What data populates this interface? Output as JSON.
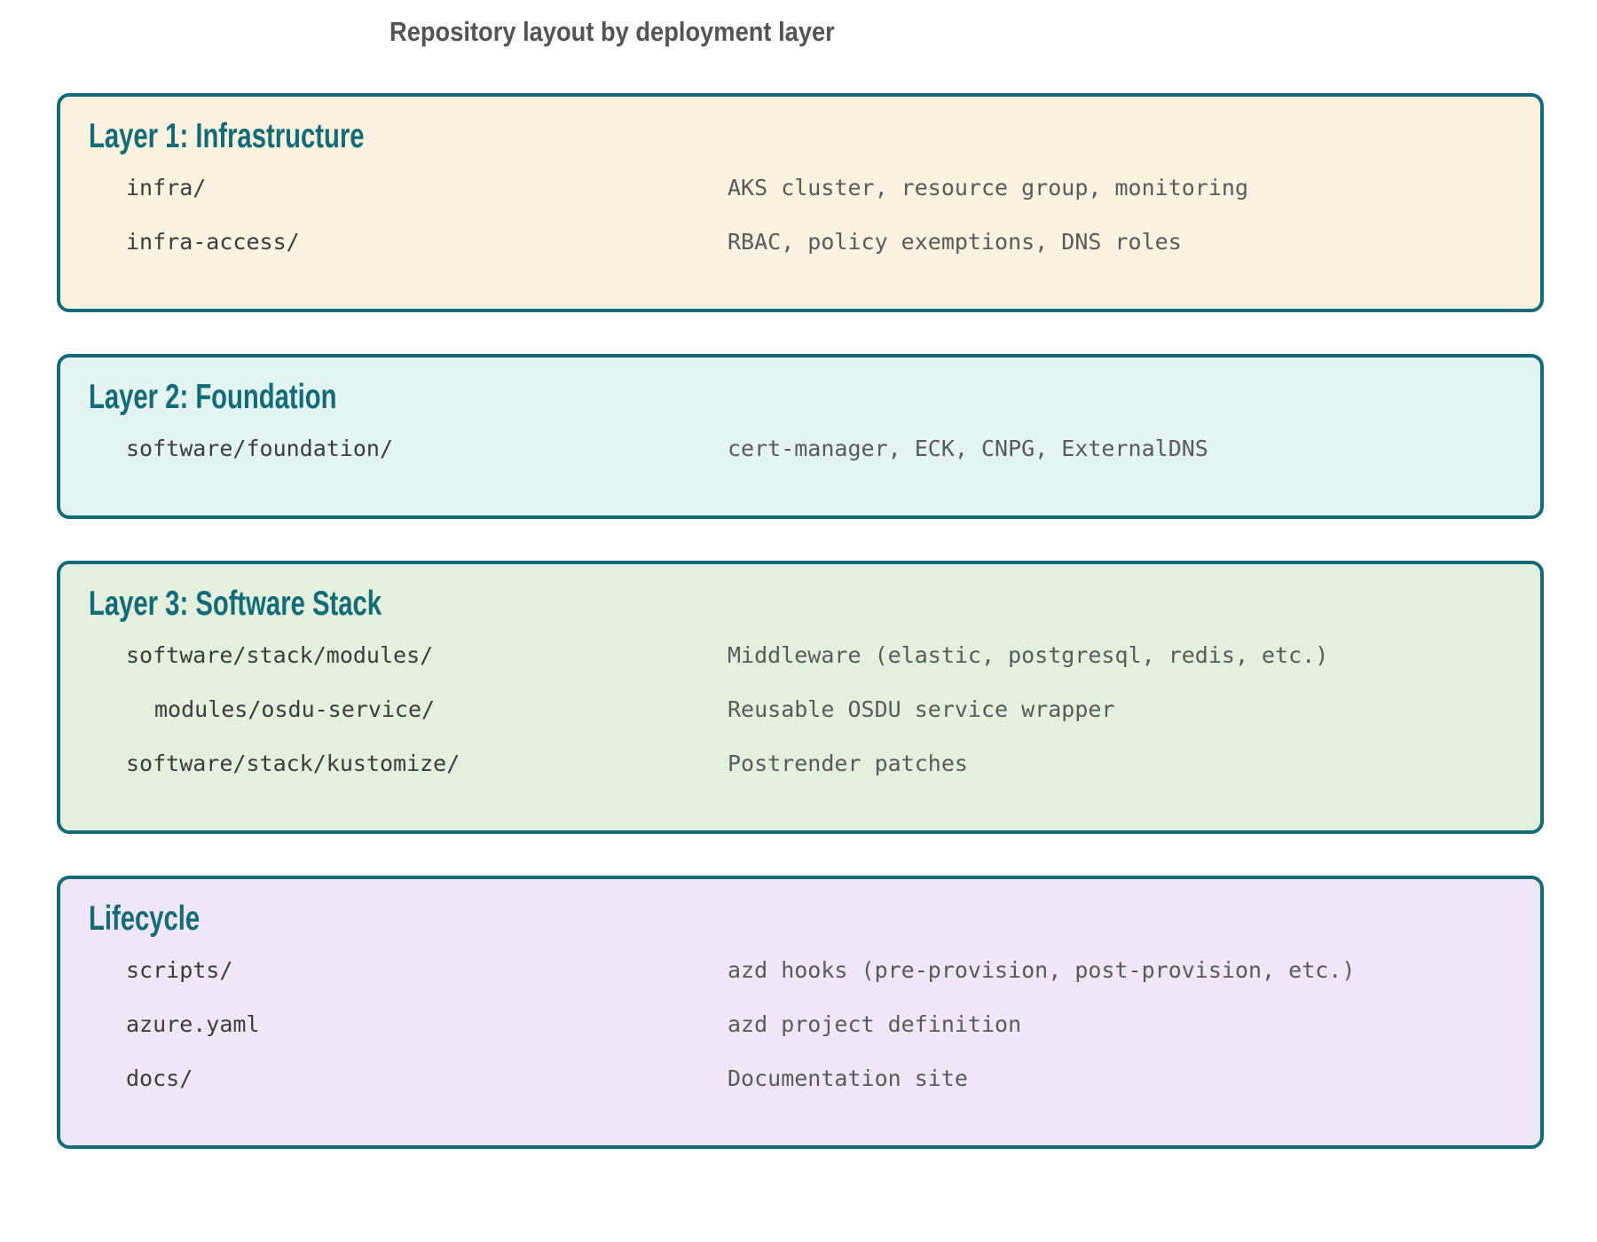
{
  "title": "Repository layout by deployment layer",
  "colors": {
    "accent_teal": "#126b76",
    "title_gray": "#545454",
    "path_text": "#3c3c3c",
    "desc_text": "#5a5a5a",
    "canvas_bg": "#ffffff"
  },
  "layers": [
    {
      "title": "Layer 1: Infrastructure",
      "bg": "#fbf2e0",
      "rows": [
        {
          "path": "infra/",
          "desc": "AKS cluster, resource group, monitoring",
          "nested": false
        },
        {
          "path": "infra-access/",
          "desc": "RBAC, policy exemptions, DNS roles",
          "nested": false
        }
      ]
    },
    {
      "title": "Layer 2: Foundation",
      "bg": "#e2f5f2",
      "rows": [
        {
          "path": "software/foundation/",
          "desc": "cert-manager, ECK, CNPG, ExternalDNS",
          "nested": false
        }
      ]
    },
    {
      "title": "Layer 3: Software Stack",
      "bg": "#e3f0de",
      "rows": [
        {
          "path": "software/stack/modules/",
          "desc": "Middleware (elastic, postgresql, redis, etc.)",
          "nested": false
        },
        {
          "path": "modules/osdu-service/",
          "desc": "Reusable OSDU service wrapper",
          "nested": true
        },
        {
          "path": "software/stack/kustomize/",
          "desc": "Postrender patches",
          "nested": false
        }
      ]
    },
    {
      "title": "Lifecycle",
      "bg": "#efe7f8",
      "rows": [
        {
          "path": "scripts/",
          "desc": "azd hooks (pre-provision, post-provision, etc.)",
          "nested": false
        },
        {
          "path": "azure.yaml",
          "desc": "azd project definition",
          "nested": false
        },
        {
          "path": "docs/",
          "desc": "Documentation site",
          "nested": false
        }
      ]
    }
  ]
}
